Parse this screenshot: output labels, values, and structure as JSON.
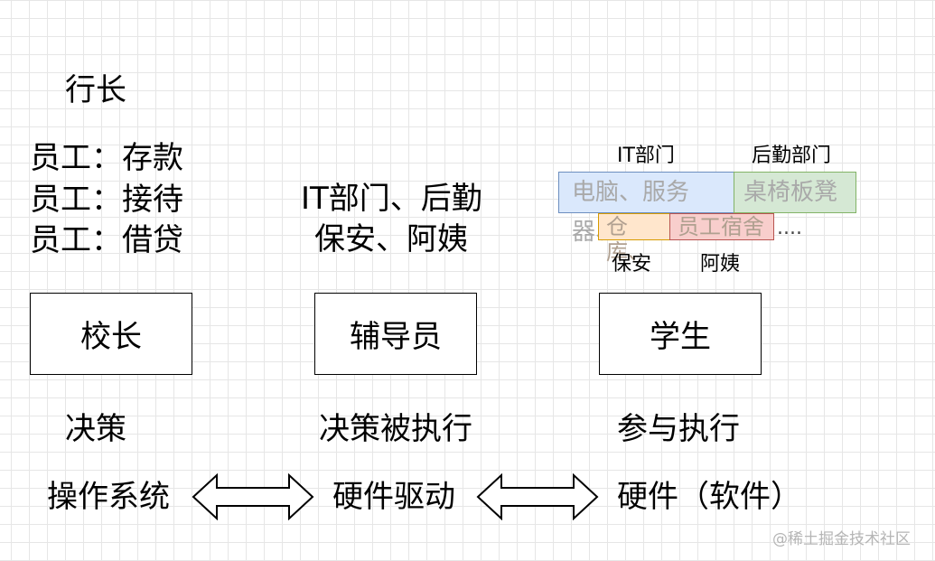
{
  "left": {
    "title": "行长",
    "employees": [
      "员工：存款",
      "员工：接待",
      "员工：借贷"
    ]
  },
  "middle": {
    "line1": "IT部门、后勤",
    "line2": "保安、阿姨"
  },
  "right": {
    "label_it": "IT部门",
    "label_logistics": "后勤部门",
    "it_items": "电脑、服务器、",
    "logistics_items": "桌椅板凳",
    "security_items": "仓库、",
    "cleaning_items": "员工宿舍",
    "ellipsis": "....",
    "label_security": "保安",
    "label_cleaning": "阿姨"
  },
  "boxes": {
    "principal": "校长",
    "counselor": "辅导员",
    "student": "学生"
  },
  "roles": {
    "principal": "决策",
    "counselor": "决策被执行",
    "student": "参与执行"
  },
  "layers": {
    "os": "操作系统",
    "driver": "硬件驱动",
    "hardware": "硬件（软件）"
  },
  "watermark": "@稀土掘金技术社区",
  "colors": {
    "blue_fill": "#dae8fc",
    "blue_stroke": "#6c8ebf",
    "green_fill": "#d5e8d4",
    "green_stroke": "#82b366",
    "orange_fill": "#ffe6cc",
    "orange_stroke": "#d79b00",
    "red_fill": "#f8cecc",
    "red_stroke": "#b85450"
  }
}
